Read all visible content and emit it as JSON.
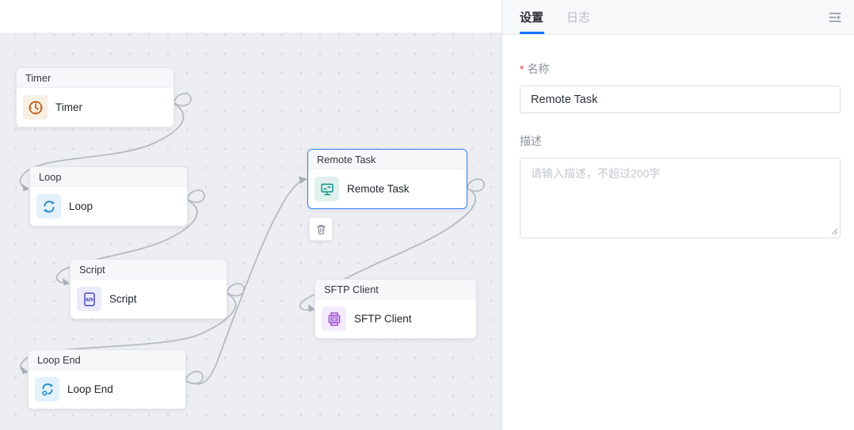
{
  "canvas": {
    "nodes": [
      {
        "id": "timer",
        "header": "Timer",
        "label": "Timer",
        "icon": "clock-icon",
        "accent": "#b95c15",
        "icon_bg": "#f8efe3",
        "selected": false
      },
      {
        "id": "loop",
        "header": "Loop",
        "label": "Loop",
        "icon": "loop-icon",
        "accent": "#2387c9",
        "icon_bg": "#e3f1fb",
        "selected": false
      },
      {
        "id": "script",
        "header": "Script",
        "label": "Script",
        "icon": "code-file-icon",
        "accent": "#5356c5",
        "icon_bg": "#ecebfb",
        "selected": false
      },
      {
        "id": "loop-end",
        "header": "Loop End",
        "label": "Loop End",
        "icon": "loop-end-icon",
        "accent": "#1f87c9",
        "icon_bg": "#e3f1fb",
        "selected": false
      },
      {
        "id": "remote-task",
        "header": "Remote Task",
        "label": "Remote Task",
        "icon": "remote-task-icon",
        "accent": "#0f9389",
        "icon_bg": "#dff0ee",
        "selected": true
      },
      {
        "id": "sftp-client",
        "header": "SFTP Client",
        "label": "SFTP Client",
        "icon": "sftp-icon",
        "accent": "#a24fd6",
        "icon_bg": "#f4ebfb",
        "selected": false,
        "icon_text": "SFTP"
      }
    ],
    "delete_button": {
      "icon": "trash-icon"
    },
    "colors": {
      "edge": "#b6bbc2",
      "arrow": "#a9aeb6",
      "selected_border": "#2e7ef0",
      "background": "#eceef2",
      "grid_dot": "#d4d7dc"
    }
  },
  "panel": {
    "tabs": [
      {
        "label": "设置",
        "active": true
      },
      {
        "label": "日志",
        "active": false
      }
    ],
    "collapse_icon": "menu-fold-icon",
    "accent": "#1474ff",
    "form": {
      "required_mark": "*",
      "name_field": {
        "label": "名称",
        "value": "Remote Task"
      },
      "desc_field": {
        "label": "描述",
        "placeholder": "请输入描述，不超过200字"
      }
    }
  }
}
